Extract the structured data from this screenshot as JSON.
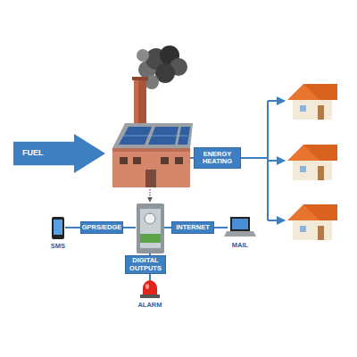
{
  "diagram": {
    "nodes": [
      {
        "text": [
          "FUEL"
        ]
      },
      {
        "text": [
          "ENERGY HEATING"
        ]
      },
      {
        "text": [
          "GPRS/EDGE"
        ]
      },
      {
        "text": [
          "INTERNET"
        ]
      },
      {
        "text": [
          "DIGITAL OUTPUTS"
        ]
      }
    ],
    "labels": [
      "SMS",
      "MAIL",
      "ALARM"
    ]
  }
}
